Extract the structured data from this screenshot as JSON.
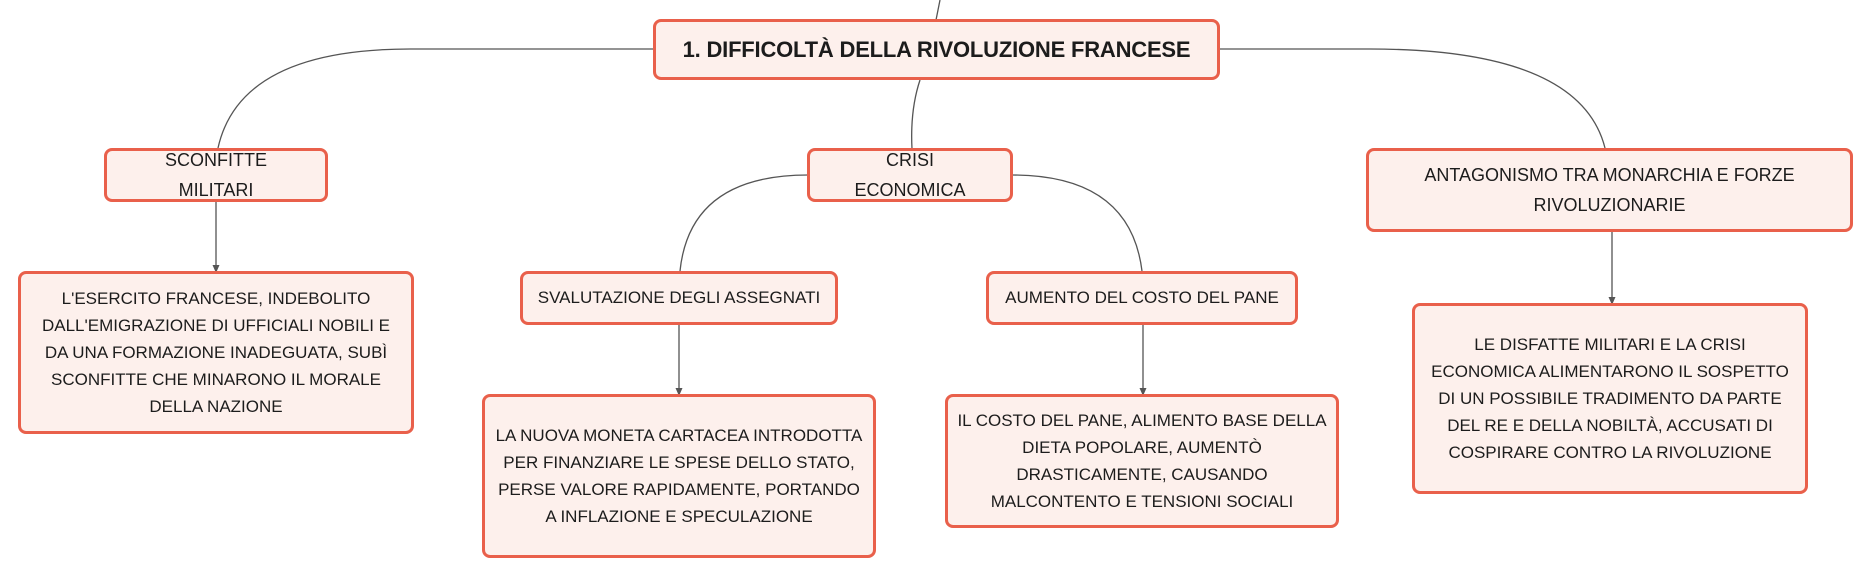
{
  "root": {
    "title": "1. DIFFICOLTÀ DELLA RIVOLUZIONE FRANCESE"
  },
  "branches": {
    "military": {
      "label": "SCONFITTE MILITARI",
      "detail": "L'ESERCITO FRANCESE, INDEBOLITO DALL'EMIGRAZIONE DI UFFICIALI NOBILI E DA UNA FORMAZIONE INADEGUATA, SUBÌ SCONFITTE CHE MINARONO IL MORALE DELLA NAZIONE"
    },
    "economic": {
      "label": "CRISI ECONOMICA",
      "sub1": {
        "label": "SVALUTAZIONE DEGLI ASSEGNATI",
        "detail": "LA NUOVA MONETA CARTACEA INTRODOTTA PER FINANZIARE LE SPESE DELLO STATO, PERSE VALORE RAPIDAMENTE, PORTANDO A INFLAZIONE E SPECULAZIONE"
      },
      "sub2": {
        "label": "AUMENTO DEL COSTO DEL PANE",
        "detail": "IL COSTO DEL PANE, ALIMENTO BASE DELLA DIETA POPOLARE, AUMENTÒ DRASTICAMENTE, CAUSANDO MALCONTENTO E TENSIONI SOCIALI"
      }
    },
    "antagonism": {
      "label": "ANTAGONISMO TRA MONARCHIA E FORZE RIVOLUZIONARIE",
      "detail": "LE DISFATTE MILITARI E LA CRISI ECONOMICA ALIMENTARONO IL SOSPETTO DI UN POSSIBILE TRADIMENTO DA PARTE DEL RE E DELLA NOBILTÀ, ACCUSATI DI COSPIRARE CONTRO LA RIVOLUZIONE"
    }
  },
  "colors": {
    "node_border": "#e9604b",
    "node_fill": "#fdf0ec",
    "connector": "#4a4a4a",
    "text": "#1c1c1c"
  }
}
